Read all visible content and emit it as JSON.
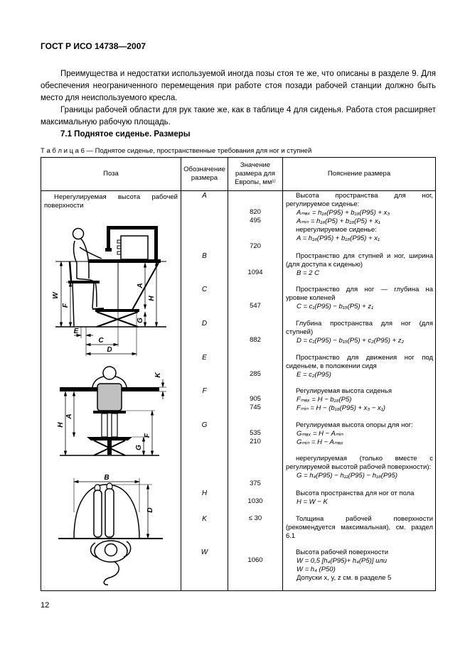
{
  "doc": {
    "header": "ГОСТ Р ИСО 14738—2007",
    "paragraph1": "Преимущества и недостатки используемой иногда позы стоя те же, что описаны в разделе 9. Для обеспечения неограниченного перемещения при работе стоя позади рабочей станции должно быть место для неиспользуемого кресла.",
    "paragraph2": "Границы рабочей области для рук такие же, как в таблице 4 для сиденья. Работа стоя расширяет максимальную рабочую площадь.",
    "section_heading": "7.1 Поднятое сиденье. Размеры",
    "table_caption": "Т а б л и ц а  6 — Поднятое сиденье, пространственные требования для ног и ступней",
    "page_number": "12"
  },
  "table": {
    "col_pose": "Поза",
    "col_designation": "Обозначение размера",
    "col_value": "Значение размера для Европы, мм¹⁾",
    "col_explanation": "Пояснение размера",
    "pose_title": "Нерегулируемая высота рабочей поверхности",
    "figures": {
      "side_view": {
        "w": "W",
        "f": "F",
        "a": "A",
        "h": "H",
        "g": "G",
        "e": "E",
        "c": "C",
        "d": "D"
      },
      "front_view": {
        "k": "K",
        "h": "H",
        "a": "A",
        "f": "F",
        "g": "G"
      },
      "top_view": {
        "b": "B",
        "d": "D"
      }
    },
    "entries": [
      {
        "designation": "A",
        "v1": "820",
        "v2": "495",
        "v3": "720",
        "t1": "Высота пространства для ног, регулируемое сиденье:",
        "f1": "Aₘₐₓ = h₁₆(P95) + b₁₈(P95) + x₃",
        "f2": "Aₘᵢₙ = h₁₆(P5) + b₁₈(P5) + x₁",
        "t2": "нерегулируемое сиденье:",
        "f3": "A = h₁₆(P95) + b₁₈(P95) + x₁"
      },
      {
        "designation": "B",
        "v1": "1094",
        "t1": "Пространство для ступней и ног, ширина (для доступа к сиденью)",
        "f1": "B = 2 C"
      },
      {
        "designation": "C",
        "v1": "547",
        "t1": "Пространство для ног — глубина на уровне коленей",
        "f1": "C = c₁(P95) − b₁₅(P5) + z₁"
      },
      {
        "designation": "D",
        "v1": "882",
        "t1": "Глубина пространства для ног (для ступней)",
        "f1": "D = c₁(P95) − b₁₅(P5) + c₂(P95) + z₂"
      },
      {
        "designation": "E",
        "v1": "285",
        "t1": "Пространство для движения ног под сиденьем, в положении сидя",
        "f1": "E = c₂(P95)"
      },
      {
        "designation": "F",
        "v1": "905",
        "v2": "745",
        "t1": "Регулируемая высота сиденья",
        "f1": "Fₘₐₓ = H − b₁₈(P5)",
        "f2": "Fₘᵢₙ = H − (b₁₈(P95) + x₃ − x₁)"
      },
      {
        "designation": "G",
        "v1": "535",
        "v2": "210",
        "t1": "Регулируемая высота опоры для ног:",
        "f1": "Gₘₐₓ = H − Aₘᵢₙ",
        "f2": "Gₘᵢₙ = H − Aₘₐₓ"
      },
      {
        "designation": "",
        "v1": "375",
        "t1": "нерегулируемая (только вместе с регулируемой высотой рабочей поверхности):",
        "f1": "G = h₄(P95) − h₁₁(P95) − h₁₆(P95)"
      },
      {
        "designation": "H",
        "v1": "1030",
        "t1": "Высота пространства для ног от пола",
        "f1": "H = W − K"
      },
      {
        "designation": "K",
        "v1": "≤ 30",
        "t1": "Толщина рабочей поверхности (рекомендуется максимальная), см. раздел 6.1"
      },
      {
        "designation": "W",
        "v1": "1060",
        "t1": "Высота рабочей поверхности",
        "f1": "W = 0,5 [h₄(P95)+ h₄(P5)] или",
        "f2": "W = h₄ (P50)",
        "t2": "Допуски x, y, z  см. в разделе 5"
      }
    ]
  }
}
